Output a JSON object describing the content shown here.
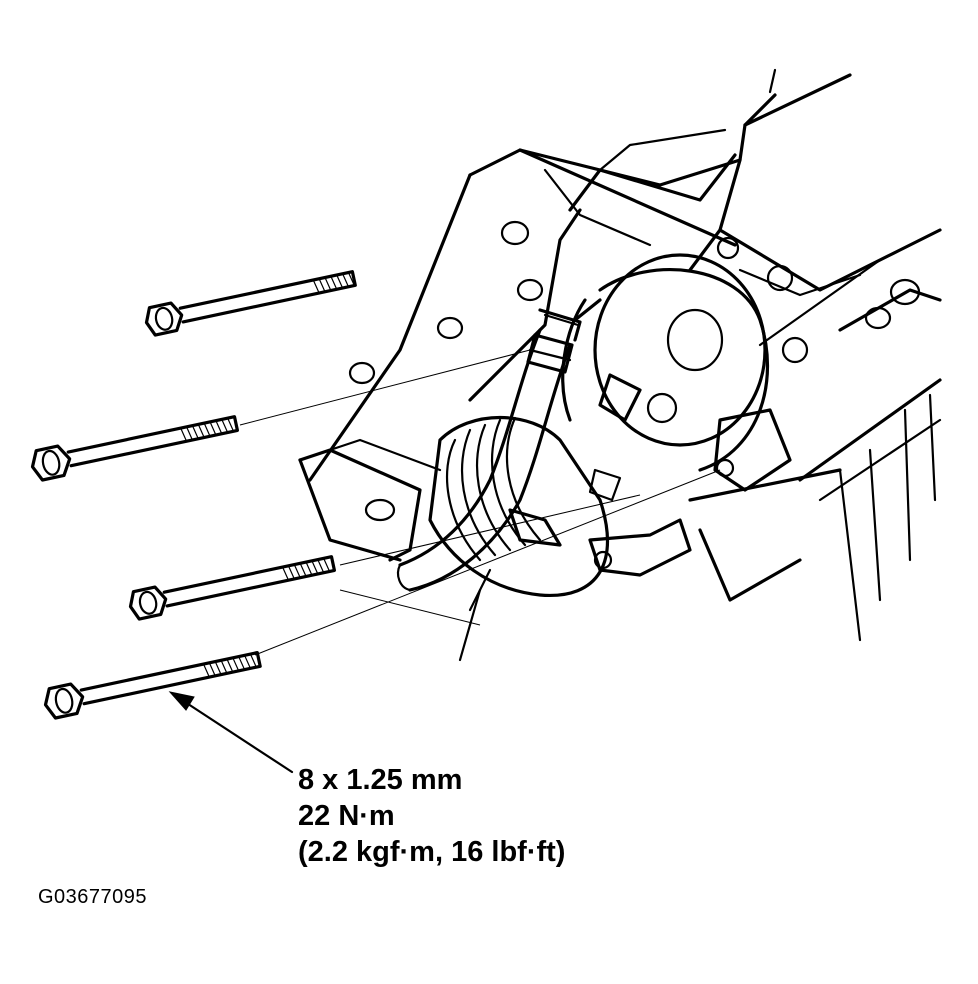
{
  "callout": {
    "size": "8 x 1.25 mm",
    "torque_nm": "22 N·m",
    "torque_alt": "(2.2 kgf·m, 16 lbf·ft)"
  },
  "figure_code": "G03677095",
  "icons": {
    "bolts": [
      "bolt-icon",
      "bolt-icon",
      "bolt-icon",
      "bolt-icon"
    ],
    "component": "ac-compressor-icon",
    "arrow": "arrow-icon"
  }
}
